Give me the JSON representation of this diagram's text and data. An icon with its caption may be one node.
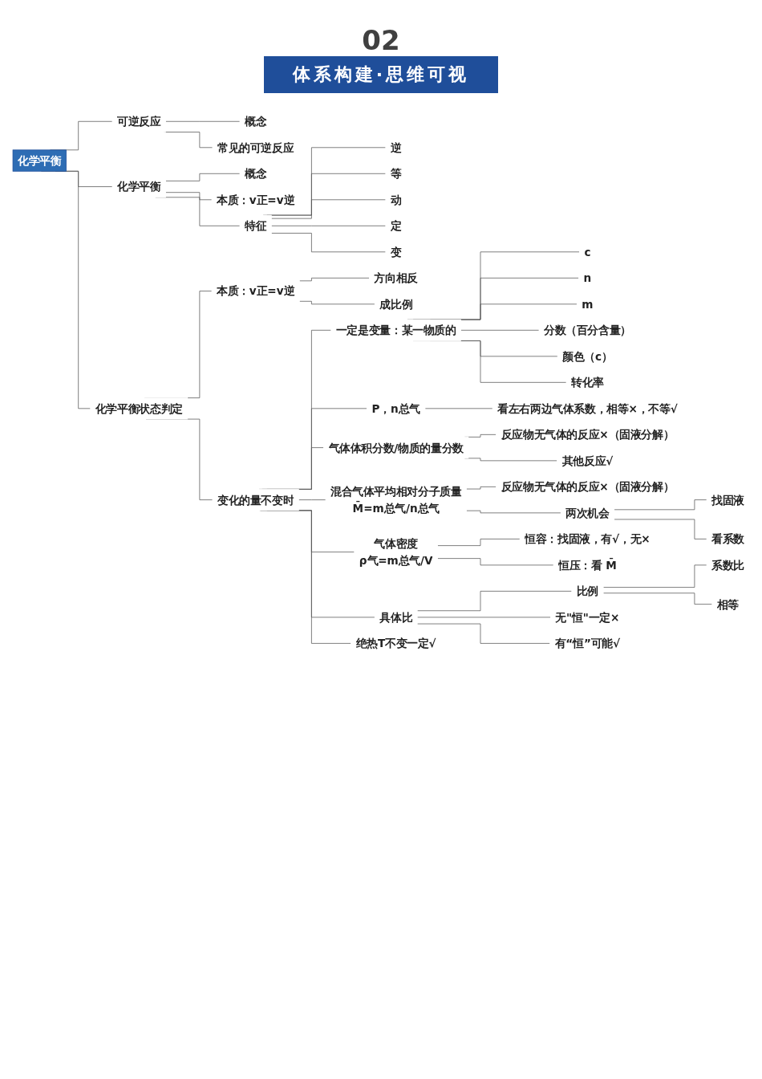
{
  "diagram": {
    "title": "体系构建·思维可视",
    "nodes": [
      {
        "text": [
          "化学平衡"
        ]
      },
      {
        "text": [
          "可逆反应"
        ]
      },
      {
        "text": [
          "概念"
        ]
      },
      {
        "text": [
          "常见的可逆反应"
        ]
      },
      {
        "text": [
          "化学平衡"
        ]
      },
      {
        "text": [
          "概念"
        ]
      },
      {
        "text": [
          "本质：v正=v逆"
        ]
      },
      {
        "text": [
          "特征"
        ]
      },
      {
        "text": [
          "逆"
        ]
      },
      {
        "text": [
          "等"
        ]
      },
      {
        "text": [
          "动"
        ]
      },
      {
        "text": [
          "定"
        ]
      },
      {
        "text": [
          "变"
        ]
      },
      {
        "text": [
          "化学平衡状态判定"
        ]
      },
      {
        "text": [
          "本质：v正=v逆"
        ]
      },
      {
        "text": [
          "方向相反"
        ]
      },
      {
        "text": [
          "成比例"
        ]
      },
      {
        "text": [
          "变化的量不变时"
        ]
      },
      {
        "text": [
          "一定是变量：某一物质的"
        ]
      },
      {
        "text": [
          "c"
        ]
      },
      {
        "text": [
          "n"
        ]
      },
      {
        "text": [
          "m"
        ]
      },
      {
        "text": [
          "分数（百分含量）"
        ]
      },
      {
        "text": [
          "颜色（c）"
        ]
      },
      {
        "text": [
          "转化率"
        ]
      },
      {
        "text": [
          "P，n总气"
        ]
      },
      {
        "text": [
          "看左右两边气体系数，相等×，不等√"
        ]
      },
      {
        "text": [
          "气体体积分数/物质的量分数"
        ]
      },
      {
        "text": [
          "反应物无气体的反应×（固液分解）"
        ]
      },
      {
        "text": [
          "其他反应√"
        ]
      },
      {
        "text": [
          "混合气体平均相对分子质量",
          "M̄=m总气/n总气"
        ]
      },
      {
        "text": [
          "反应物无气体的反应×（固液分解）"
        ]
      },
      {
        "text": [
          "两次机会"
        ]
      },
      {
        "text": [
          "找固液"
        ]
      },
      {
        "text": [
          "看系数"
        ]
      },
      {
        "text": [
          "气体密度",
          "ρ气=m总气/V"
        ]
      },
      {
        "text": [
          "恒容：找固液，有√，无×"
        ]
      },
      {
        "text": [
          "恒压：看 M̄"
        ]
      },
      {
        "text": [
          "具体比"
        ]
      },
      {
        "text": [
          "比例"
        ]
      },
      {
        "text": [
          "系数比"
        ]
      },
      {
        "text": [
          "相等"
        ]
      },
      {
        "text": [
          "无\"恒\"一定×"
        ]
      },
      {
        "text": [
          "有“恒”可能√"
        ]
      },
      {
        "text": [
          "绝热T不变一定√"
        ]
      }
    ],
    "edges": [
      {
        "from": 0,
        "to": 1,
        "arrow": "none"
      },
      {
        "from": 1,
        "to": 2,
        "arrow": "none"
      },
      {
        "from": 1,
        "to": 3,
        "arrow": "none"
      },
      {
        "from": 0,
        "to": 4,
        "arrow": "none"
      },
      {
        "from": 4,
        "to": 5,
        "arrow": "none"
      },
      {
        "from": 4,
        "to": 6,
        "arrow": "none"
      },
      {
        "from": 4,
        "to": 7,
        "arrow": "none"
      },
      {
        "from": 7,
        "to": 8,
        "arrow": "none"
      },
      {
        "from": 7,
        "to": 9,
        "arrow": "none"
      },
      {
        "from": 7,
        "to": 10,
        "arrow": "none"
      },
      {
        "from": 7,
        "to": 11,
        "arrow": "none"
      },
      {
        "from": 7,
        "to": 12,
        "arrow": "none"
      },
      {
        "from": 0,
        "to": 13,
        "arrow": "none"
      },
      {
        "from": 13,
        "to": 14,
        "arrow": "none"
      },
      {
        "from": 14,
        "to": 15,
        "arrow": "none"
      },
      {
        "from": 14,
        "to": 16,
        "arrow": "none"
      },
      {
        "from": 13,
        "to": 17,
        "arrow": "none"
      },
      {
        "from": 17,
        "to": 18,
        "arrow": "none"
      },
      {
        "from": 18,
        "to": 19,
        "arrow": "none"
      },
      {
        "from": 18,
        "to": 20,
        "arrow": "none"
      },
      {
        "from": 18,
        "to": 21,
        "arrow": "none"
      },
      {
        "from": 18,
        "to": 22,
        "arrow": "none"
      },
      {
        "from": 18,
        "to": 23,
        "arrow": "none"
      },
      {
        "from": 18,
        "to": 24,
        "arrow": "none"
      },
      {
        "from": 17,
        "to": 25,
        "arrow": "none"
      },
      {
        "from": 25,
        "to": 26,
        "arrow": "none"
      },
      {
        "from": 17,
        "to": 27,
        "arrow": "none"
      },
      {
        "from": 27,
        "to": 28,
        "arrow": "none"
      },
      {
        "from": 27,
        "to": 29,
        "arrow": "none"
      },
      {
        "from": 17,
        "to": 30,
        "arrow": "none"
      },
      {
        "from": 30,
        "to": 31,
        "arrow": "none"
      },
      {
        "from": 30,
        "to": 32,
        "arrow": "none"
      },
      {
        "from": 32,
        "to": 33,
        "arrow": "none"
      },
      {
        "from": 32,
        "to": 34,
        "arrow": "none"
      },
      {
        "from": 17,
        "to": 35,
        "arrow": "none"
      },
      {
        "from": 35,
        "to": 36,
        "arrow": "none"
      },
      {
        "from": 35,
        "to": 37,
        "arrow": "none"
      },
      {
        "from": 17,
        "to": 38,
        "arrow": "none"
      },
      {
        "from": 38,
        "to": 39,
        "arrow": "none"
      },
      {
        "from": 39,
        "to": 40,
        "arrow": "none"
      },
      {
        "from": 39,
        "to": 41,
        "arrow": "none"
      },
      {
        "from": 38,
        "to": 42,
        "arrow": "none"
      },
      {
        "from": 38,
        "to": 43,
        "arrow": "none"
      },
      {
        "from": 17,
        "to": 44,
        "arrow": "none"
      }
    ],
    "labels": [
      "02"
    ]
  }
}
